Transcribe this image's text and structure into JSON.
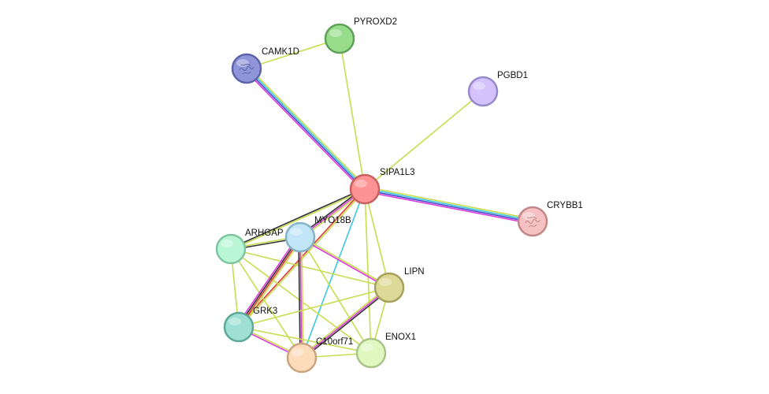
{
  "nodes": [
    {
      "id": "SIPA1L3",
      "label": "SIPA1L3",
      "fill": "#fd9393",
      "stroke": "#c86060",
      "icon": "none"
    },
    {
      "id": "CAMK1D",
      "label": "CAMK1D",
      "fill": "#8f95d8",
      "stroke": "#5c63a8",
      "icon": "protein-structure-icon"
    },
    {
      "id": "PYROXD2",
      "label": "PYROXD2",
      "fill": "#97dd8c",
      "stroke": "#60a058",
      "icon": "none"
    },
    {
      "id": "PGBD1",
      "label": "PGBD1",
      "fill": "#d3c2fb",
      "stroke": "#9a88cc",
      "icon": "none"
    },
    {
      "id": "CRYBB1",
      "label": "CRYBB1",
      "fill": "#f6c1c2",
      "stroke": "#c28787",
      "icon": "protein-structure-icon"
    },
    {
      "id": "ARHGAP",
      "label": "ARHGAP",
      "fill": "#b9f6d6",
      "stroke": "#80c4a0",
      "icon": "none"
    },
    {
      "id": "MYO18B",
      "label": "MYO18B",
      "fill": "#c0e6f7",
      "stroke": "#86b2c6",
      "icon": "none"
    },
    {
      "id": "LIPN",
      "label": "LIPN",
      "fill": "#ddd996",
      "stroke": "#a5a05c",
      "icon": "none"
    },
    {
      "id": "GRK3",
      "label": "GRK3",
      "fill": "#9ee0d4",
      "stroke": "#5fa89a",
      "icon": "none"
    },
    {
      "id": "C10orf71",
      "label": "C10orf71",
      "fill": "#fddcbc",
      "stroke": "#c9a47e",
      "icon": "none"
    },
    {
      "id": "ENOX1",
      "label": "ENOX1",
      "fill": "#e0f8c0",
      "stroke": "#a8c488",
      "icon": "none"
    }
  ],
  "edges": [
    {
      "source": "CAMK1D",
      "target": "PYROXD2",
      "colors": [
        "#c8dc50"
      ]
    },
    {
      "source": "PYROXD2",
      "target": "SIPA1L3",
      "colors": [
        "#c8dc50"
      ]
    },
    {
      "source": "CAMK1D",
      "target": "SIPA1L3",
      "colors": [
        "#c8dc50",
        "#3cc8dc",
        "#4a4acc",
        "#dc3cdc"
      ]
    },
    {
      "source": "PGBD1",
      "target": "SIPA1L3",
      "colors": [
        "#c8dc50"
      ]
    },
    {
      "source": "SIPA1L3",
      "target": "CRYBB1",
      "colors": [
        "#c8dc50",
        "#3cc8dc",
        "#4a4acc",
        "#dc3cdc"
      ]
    },
    {
      "source": "SIPA1L3",
      "target": "ARHGAP",
      "colors": [
        "#c8dc50",
        "#333333"
      ]
    },
    {
      "source": "SIPA1L3",
      "target": "MYO18B",
      "colors": [
        "#c8dc50",
        "#dc3cdc",
        "#333333"
      ]
    },
    {
      "source": "SIPA1L3",
      "target": "LIPN",
      "colors": [
        "#c8dc50"
      ]
    },
    {
      "source": "SIPA1L3",
      "target": "GRK3",
      "colors": [
        "#c8dc50",
        "#dc3c3c"
      ]
    },
    {
      "source": "SIPA1L3",
      "target": "C10orf71",
      "colors": [
        "#3cc8dc"
      ]
    },
    {
      "source": "SIPA1L3",
      "target": "ENOX1",
      "colors": [
        "#c8dc50"
      ]
    },
    {
      "source": "ARHGAP",
      "target": "MYO18B",
      "colors": [
        "#c8dc50",
        "#333333"
      ]
    },
    {
      "source": "ARHGAP",
      "target": "GRK3",
      "colors": [
        "#c8dc50"
      ]
    },
    {
      "source": "ARHGAP",
      "target": "C10orf71",
      "colors": [
        "#c8dc50"
      ]
    },
    {
      "source": "ARHGAP",
      "target": "LIPN",
      "colors": [
        "#c8dc50"
      ]
    },
    {
      "source": "ARHGAP",
      "target": "ENOX1",
      "colors": [
        "#c8dc50"
      ]
    },
    {
      "source": "MYO18B",
      "target": "GRK3",
      "colors": [
        "#c8dc50",
        "#dc3c3c",
        "#333333",
        "#dc3cdc"
      ]
    },
    {
      "source": "MYO18B",
      "target": "C10orf71",
      "colors": [
        "#c8dc50",
        "#dc3cdc",
        "#333333"
      ]
    },
    {
      "source": "MYO18B",
      "target": "LIPN",
      "colors": [
        "#c8dc50",
        "#dc3cdc"
      ]
    },
    {
      "source": "MYO18B",
      "target": "ENOX1",
      "colors": [
        "#c8dc50"
      ]
    },
    {
      "source": "GRK3",
      "target": "C10orf71",
      "colors": [
        "#c8dc50",
        "#dc3cdc"
      ]
    },
    {
      "source": "GRK3",
      "target": "LIPN",
      "colors": [
        "#c8dc50"
      ]
    },
    {
      "source": "GRK3",
      "target": "ENOX1",
      "colors": [
        "#c8dc50"
      ]
    },
    {
      "source": "C10orf71",
      "target": "LIPN",
      "colors": [
        "#c8dc50",
        "#dc3cdc",
        "#333333"
      ]
    },
    {
      "source": "C10orf71",
      "target": "ENOX1",
      "colors": [
        "#c8dc50"
      ]
    },
    {
      "source": "LIPN",
      "target": "ENOX1",
      "colors": [
        "#c8dc50"
      ]
    }
  ]
}
